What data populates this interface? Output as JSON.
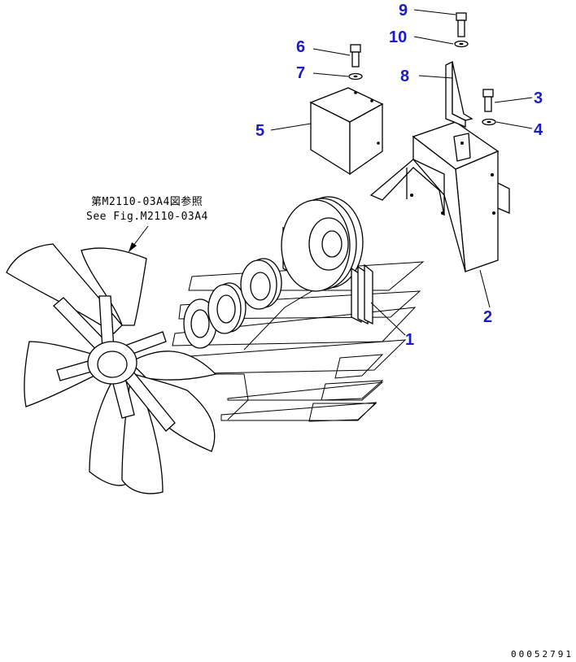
{
  "reference": {
    "line1": "第M2110-03A4図参照",
    "line2": "See Fig.M2110-03A4"
  },
  "callouts": {
    "c1": "1",
    "c2": "2",
    "c3": "3",
    "c4": "4",
    "c5": "5",
    "c6": "6",
    "c7": "7",
    "c8": "8",
    "c9": "9",
    "c10": "10"
  },
  "drawing_code": "00052791",
  "colors": {
    "callout": "#1a1ad0",
    "line": "#000000"
  }
}
